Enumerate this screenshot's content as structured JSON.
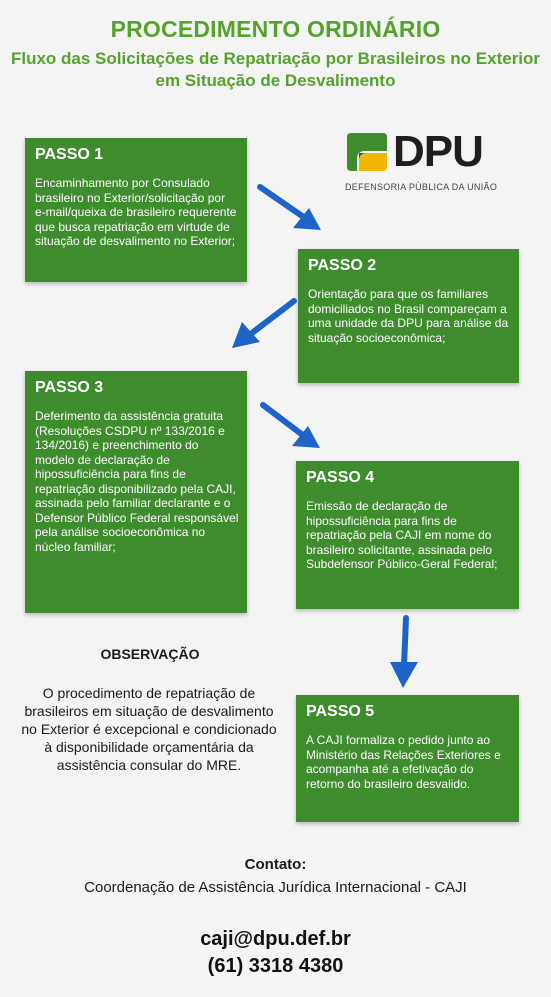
{
  "header": {
    "title": "PROCEDIMENTO ORDINÁRIO",
    "subtitle": "Fluxo das Solicitações de Repatriação por Brasileiros no Exterior em Situação de Desvalimento"
  },
  "logo": {
    "wordmark": "DPU",
    "subtitle": "DEFENSORIA PÚBLICA DA UNIÃO"
  },
  "steps": [
    {
      "title": "PASSO 1",
      "text": "Encaminhamento por Consulado brasileiro no Exterior/solicitação por e-mail/queixa de brasileiro requerente que busca repatriação em virtude de situação de desvalimento no Exterior;"
    },
    {
      "title": "PASSO 2",
      "text": "Orientação para que os familiares domiciliados no Brasil compareçam a uma unidade da DPU para análise da situação socioeconômica;"
    },
    {
      "title": "PASSO 3",
      "text": "Deferimento da assistência gratuita (Resoluções CSDPU nº 133/2016 e 134/2016) e preenchimento do modelo de declaração de hipossuficiência para fins de repatriação disponibilizado pela CAJI, assinada pelo familiar declarante e o Defensor Público Federal responsável pela análise socioeconômica no núcleo familiar;"
    },
    {
      "title": "PASSO 4",
      "text": "Emissão de declaração de hipossuficiência para fins de repatriação pela CAJI em nome do brasileiro solicitante, assinada pelo Subdefensor Público-Geral Federal;"
    },
    {
      "title": "PASSO 5",
      "text": "A CAJI formaliza o pedido junto ao Ministério das Relações Exteriores e acompanha até a efetivação do retorno do brasileiro desvalido."
    }
  ],
  "observation": {
    "heading": "OBSERVAÇÃO",
    "text": "O procedimento de repatriação de brasileiros em situação de desvalimento no Exterior é excepcional e condicionado à disponibilidade orçamentária da assistência consular do MRE."
  },
  "contact": {
    "heading": "Contato:",
    "organization": "Coordenação de Assistência Jurídica Internacional - CAJI",
    "email": "caji@dpu.def.br",
    "phone": "(61) 3318 4380"
  },
  "colors": {
    "green_box": "#3f8c2e",
    "title_green": "#55a22c",
    "arrow_blue": "#1f63c9",
    "background": "#f4f4f4"
  }
}
